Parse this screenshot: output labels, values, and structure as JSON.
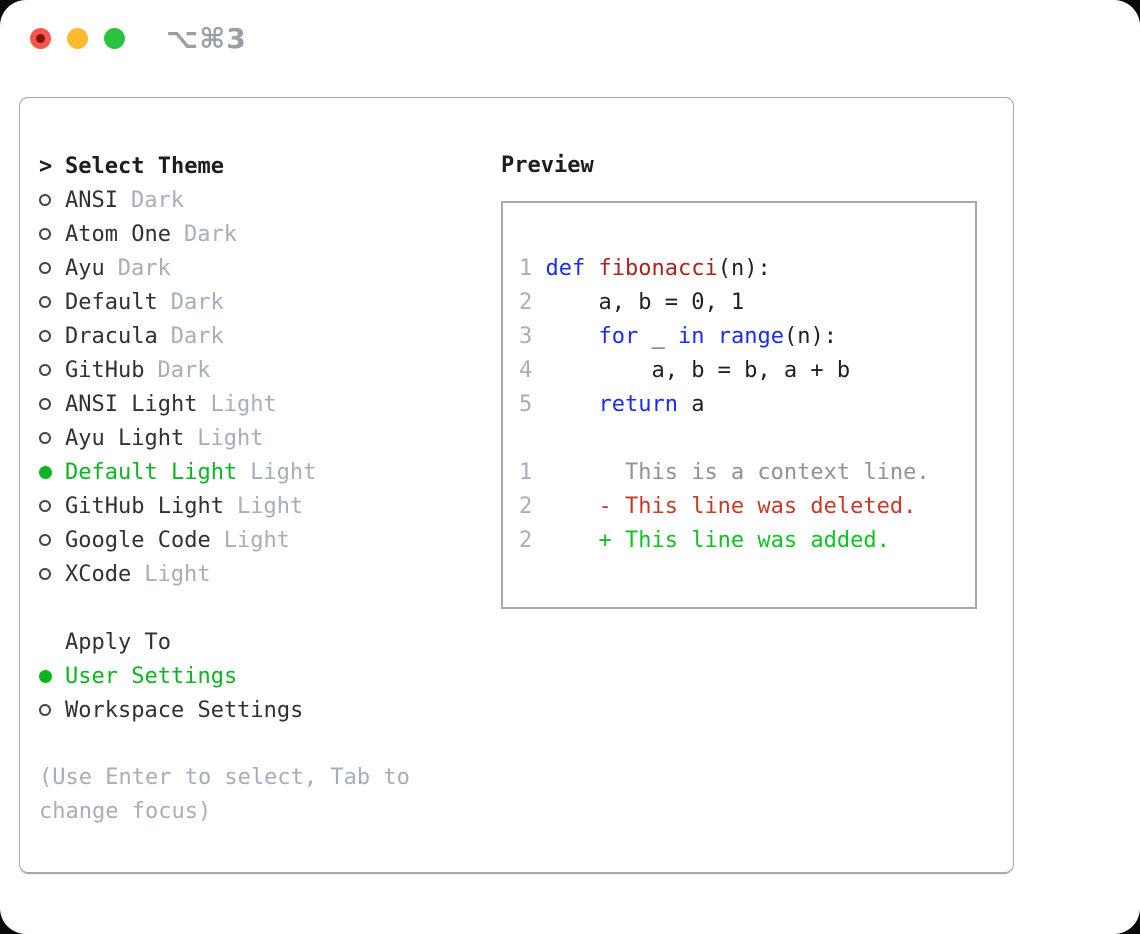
{
  "colors": {
    "accent-green": "#0eb421",
    "added-green": "#0fc322",
    "deleted-red": "#c83a28",
    "keyword-blue": "#1c2bf2",
    "function-red": "#a5271d",
    "muted-gray": "#a6aeb9",
    "context-gray": "#8d939c",
    "text-dark": "#2e3136",
    "code-dark": "#1d2025",
    "border-gray": "#a2aab4",
    "traffic-red": "#f6564e",
    "traffic-yellow": "#fcbb2e",
    "traffic-green": "#2bc23f"
  },
  "titlebar": {
    "shortcut": "⌥⌘3"
  },
  "theme_panel": {
    "header_marker": ">",
    "header": "Select Theme",
    "items": [
      {
        "name": "ANSI",
        "variant": "Dark",
        "selected": false
      },
      {
        "name": "Atom One",
        "variant": "Dark",
        "selected": false
      },
      {
        "name": "Ayu",
        "variant": "Dark",
        "selected": false
      },
      {
        "name": "Default",
        "variant": "Dark",
        "selected": false
      },
      {
        "name": "Dracula",
        "variant": "Dark",
        "selected": false
      },
      {
        "name": "GitHub",
        "variant": "Dark",
        "selected": false
      },
      {
        "name": "ANSI Light",
        "variant": "Light",
        "selected": false
      },
      {
        "name": "Ayu Light",
        "variant": "Light",
        "selected": false
      },
      {
        "name": "Default Light",
        "variant": "Light",
        "selected": true
      },
      {
        "name": "GitHub Light",
        "variant": "Light",
        "selected": false
      },
      {
        "name": "Google Code",
        "variant": "Light",
        "selected": false
      },
      {
        "name": "XCode",
        "variant": "Light",
        "selected": false
      }
    ],
    "apply_to": {
      "header": "Apply To",
      "options": [
        {
          "name": "User Settings",
          "selected": true
        },
        {
          "name": "Workspace Settings",
          "selected": false
        }
      ]
    },
    "help_lines": [
      "(Use Enter to select, Tab to",
      "change focus)"
    ]
  },
  "preview": {
    "header": "Preview",
    "lines": [
      {
        "segments": [
          {
            "t": "1 ",
            "c": "num"
          },
          {
            "t": "def ",
            "c": "kw"
          },
          {
            "t": "fibonacci",
            "c": "fn"
          },
          {
            "t": "(n):",
            "c": "plain"
          }
        ]
      },
      {
        "segments": [
          {
            "t": "2 ",
            "c": "num"
          },
          {
            "t": "    a, b = 0, 1",
            "c": "plain"
          }
        ]
      },
      {
        "segments": [
          {
            "t": "3 ",
            "c": "num"
          },
          {
            "t": "    ",
            "c": "plain"
          },
          {
            "t": "for",
            "c": "kw"
          },
          {
            "t": " _ ",
            "c": "plain"
          },
          {
            "t": "in",
            "c": "kw"
          },
          {
            "t": " ",
            "c": "plain"
          },
          {
            "t": "range",
            "c": "kw"
          },
          {
            "t": "(n):",
            "c": "plain"
          }
        ]
      },
      {
        "segments": [
          {
            "t": "4 ",
            "c": "num"
          },
          {
            "t": "        a, b = b, a + b",
            "c": "plain"
          }
        ]
      },
      {
        "segments": [
          {
            "t": "5 ",
            "c": "num"
          },
          {
            "t": "    ",
            "c": "plain"
          },
          {
            "t": "return",
            "c": "kw"
          },
          {
            "t": " a",
            "c": "plain"
          }
        ]
      },
      {
        "segments": []
      },
      {
        "segments": [
          {
            "t": "1 ",
            "c": "num"
          },
          {
            "t": "      This is a context line.",
            "c": "ctx"
          }
        ]
      },
      {
        "segments": [
          {
            "t": "2 ",
            "c": "num"
          },
          {
            "t": "    - This line was deleted.",
            "c": "del"
          }
        ]
      },
      {
        "segments": [
          {
            "t": "2 ",
            "c": "num"
          },
          {
            "t": "    + This line was added.",
            "c": "add"
          }
        ]
      }
    ]
  }
}
